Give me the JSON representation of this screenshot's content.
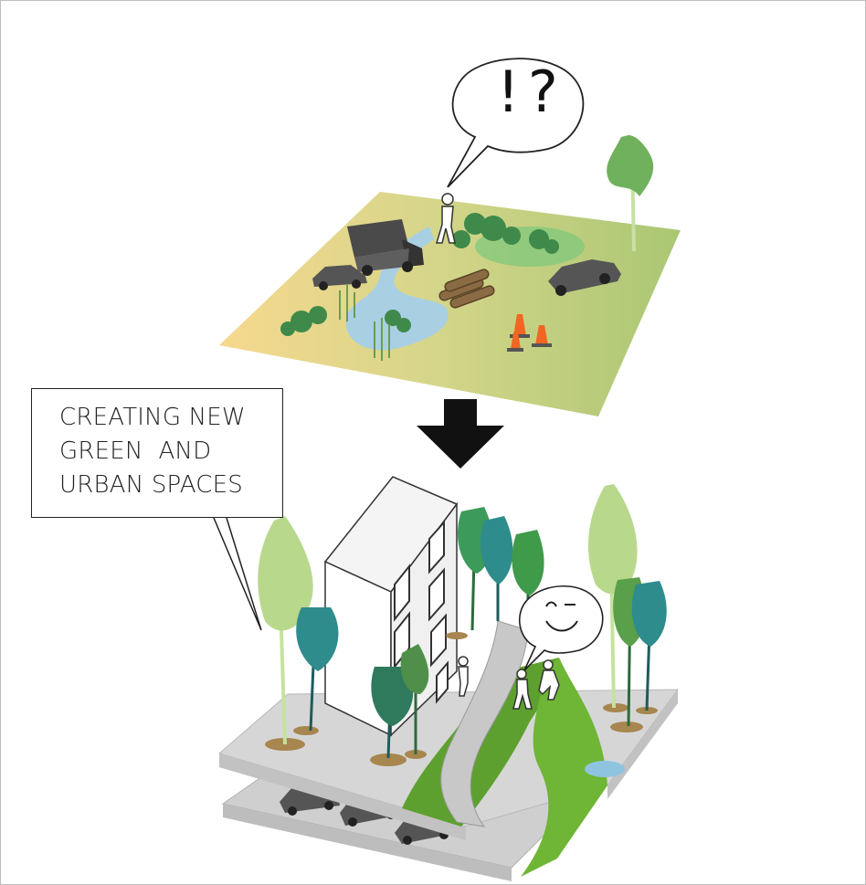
{
  "callout": {
    "lines": [
      "CREATING NEW",
      "GREEN  AND",
      "URBAN SPACES"
    ]
  },
  "question_bubble": {
    "text": "!?"
  },
  "colors": {
    "meadow_yellow": "#f3d98d",
    "meadow_green": "#b9cf7c",
    "water": "#a9cfe3",
    "tree_light": "#b8d98c",
    "tree_mid": "#6da845",
    "tree_dark": "#2d7a5c",
    "tree_teal": "#2f8c8c",
    "path_green": "#4f9a2a",
    "plaza_gray": "#d2d2d2",
    "car_gray": "#5a5a5a",
    "cone_orange": "#f26522",
    "arrow": "#111111"
  }
}
